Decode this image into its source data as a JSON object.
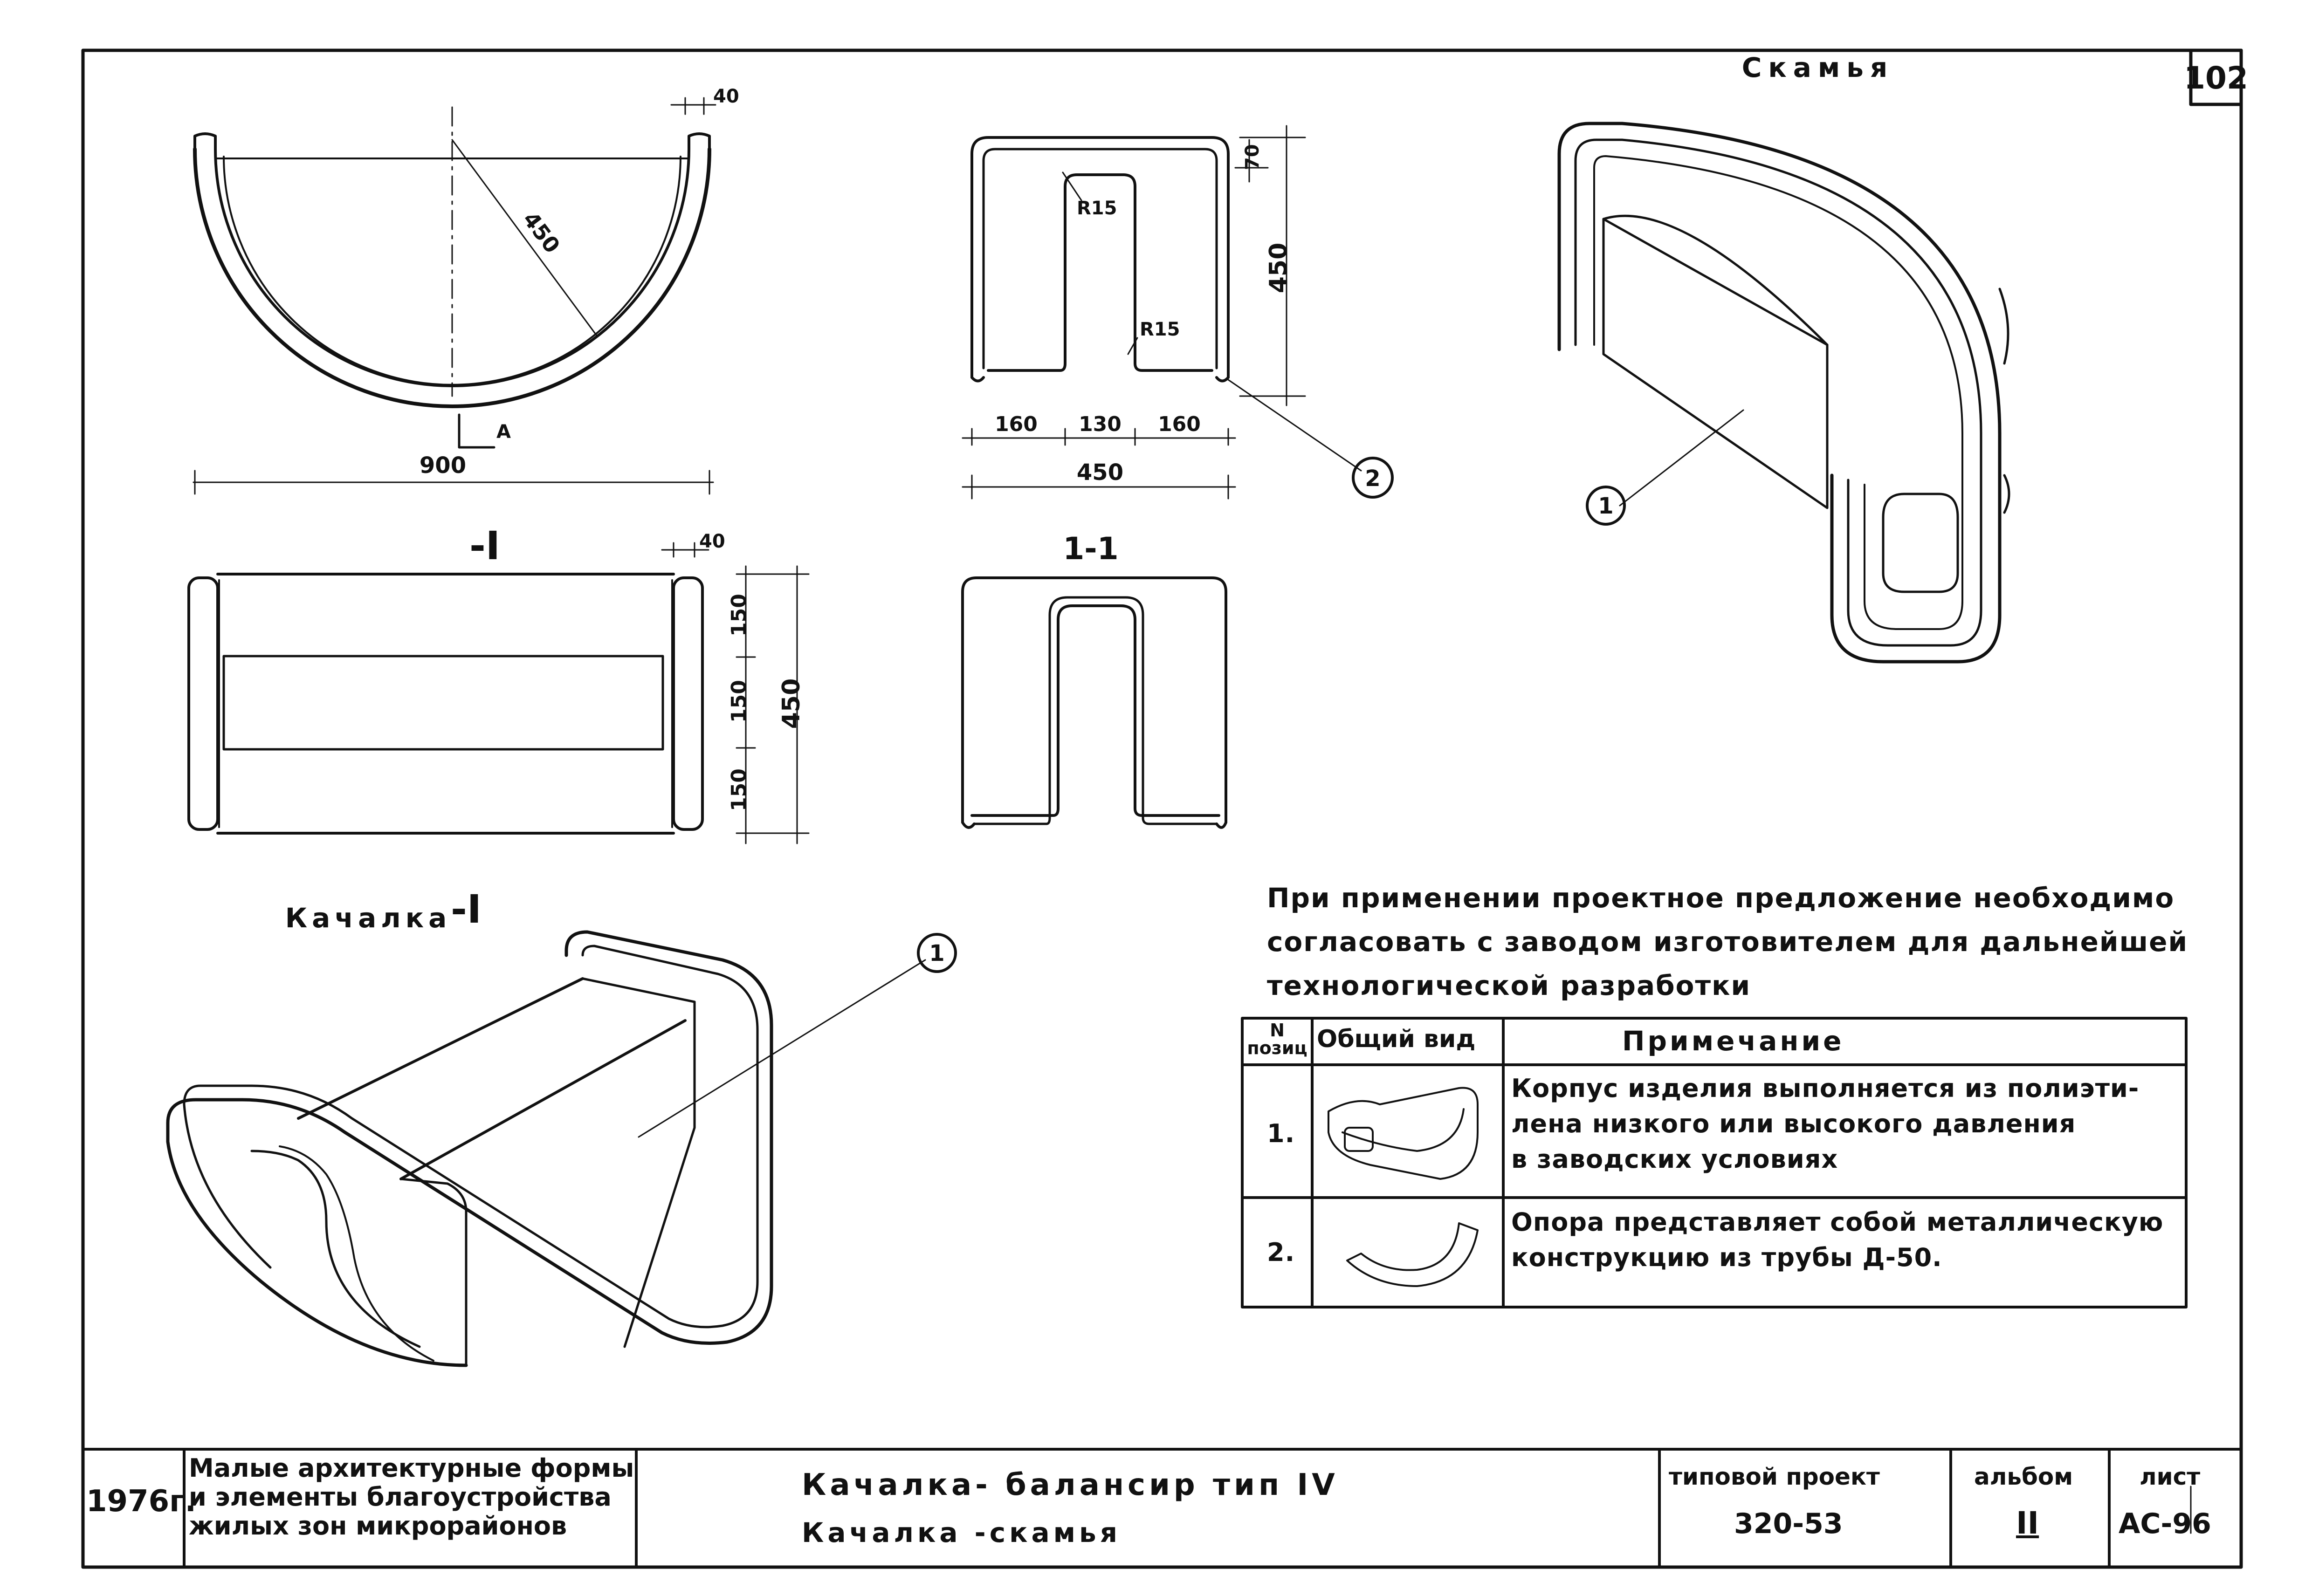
{
  "sheet": {
    "number": "102",
    "title_bench": "Скамья",
    "title_rocker": "Качалка"
  },
  "dimensions": {
    "plan_radius": "450",
    "plan_lip": "40",
    "plan_width": "900",
    "section_marker": "А",
    "elev_lip": "40",
    "elev_150a": "150",
    "elev_150b": "150",
    "elev_150c": "150",
    "elev_450": "450",
    "top_70": "70",
    "top_450": "450",
    "r15a": "R15",
    "r15b": "R15",
    "w160a": "160",
    "w130": "130",
    "w160b": "160",
    "w450": "450",
    "section_label": "1-1",
    "cut_mark_a": "-I",
    "cut_mark_b": "-I"
  },
  "callouts": {
    "c1_top": "1",
    "c2": "2",
    "c1_bottom": "1"
  },
  "note": {
    "line1": "При применении проектное предложение необходимо",
    "line2": "согласовать с заводом изготовителем для дальнейшей",
    "line3": "технологической разработки"
  },
  "spec_table": {
    "header_num": "N позиц",
    "header_view": "Общий вид",
    "header_note": "Примечание",
    "rows": [
      {
        "num": "1.",
        "note_l1": "Корпус изделия выполняется из полиэти-",
        "note_l2": "лена низкого или высокого давления",
        "note_l3": "в заводских условиях"
      },
      {
        "num": "2.",
        "note_l1": "Опора представляет собой металлическую",
        "note_l2": "конструкцию из трубы Д-50."
      }
    ]
  },
  "title_block": {
    "year": "1976г.",
    "series_l1": "Малые архитектурные формы",
    "series_l2": "и элементы благоустройства",
    "series_l3": "жилых зон микрорайонов",
    "title_l1": "Качалка- балансир тип IV",
    "title_l2": "Качалка -скамья",
    "project_label": "типовой проект",
    "project_value": "320-53",
    "album_label": "альбом",
    "album_value": "II",
    "sheet_label": "лист",
    "sheet_value": "АС-96"
  }
}
